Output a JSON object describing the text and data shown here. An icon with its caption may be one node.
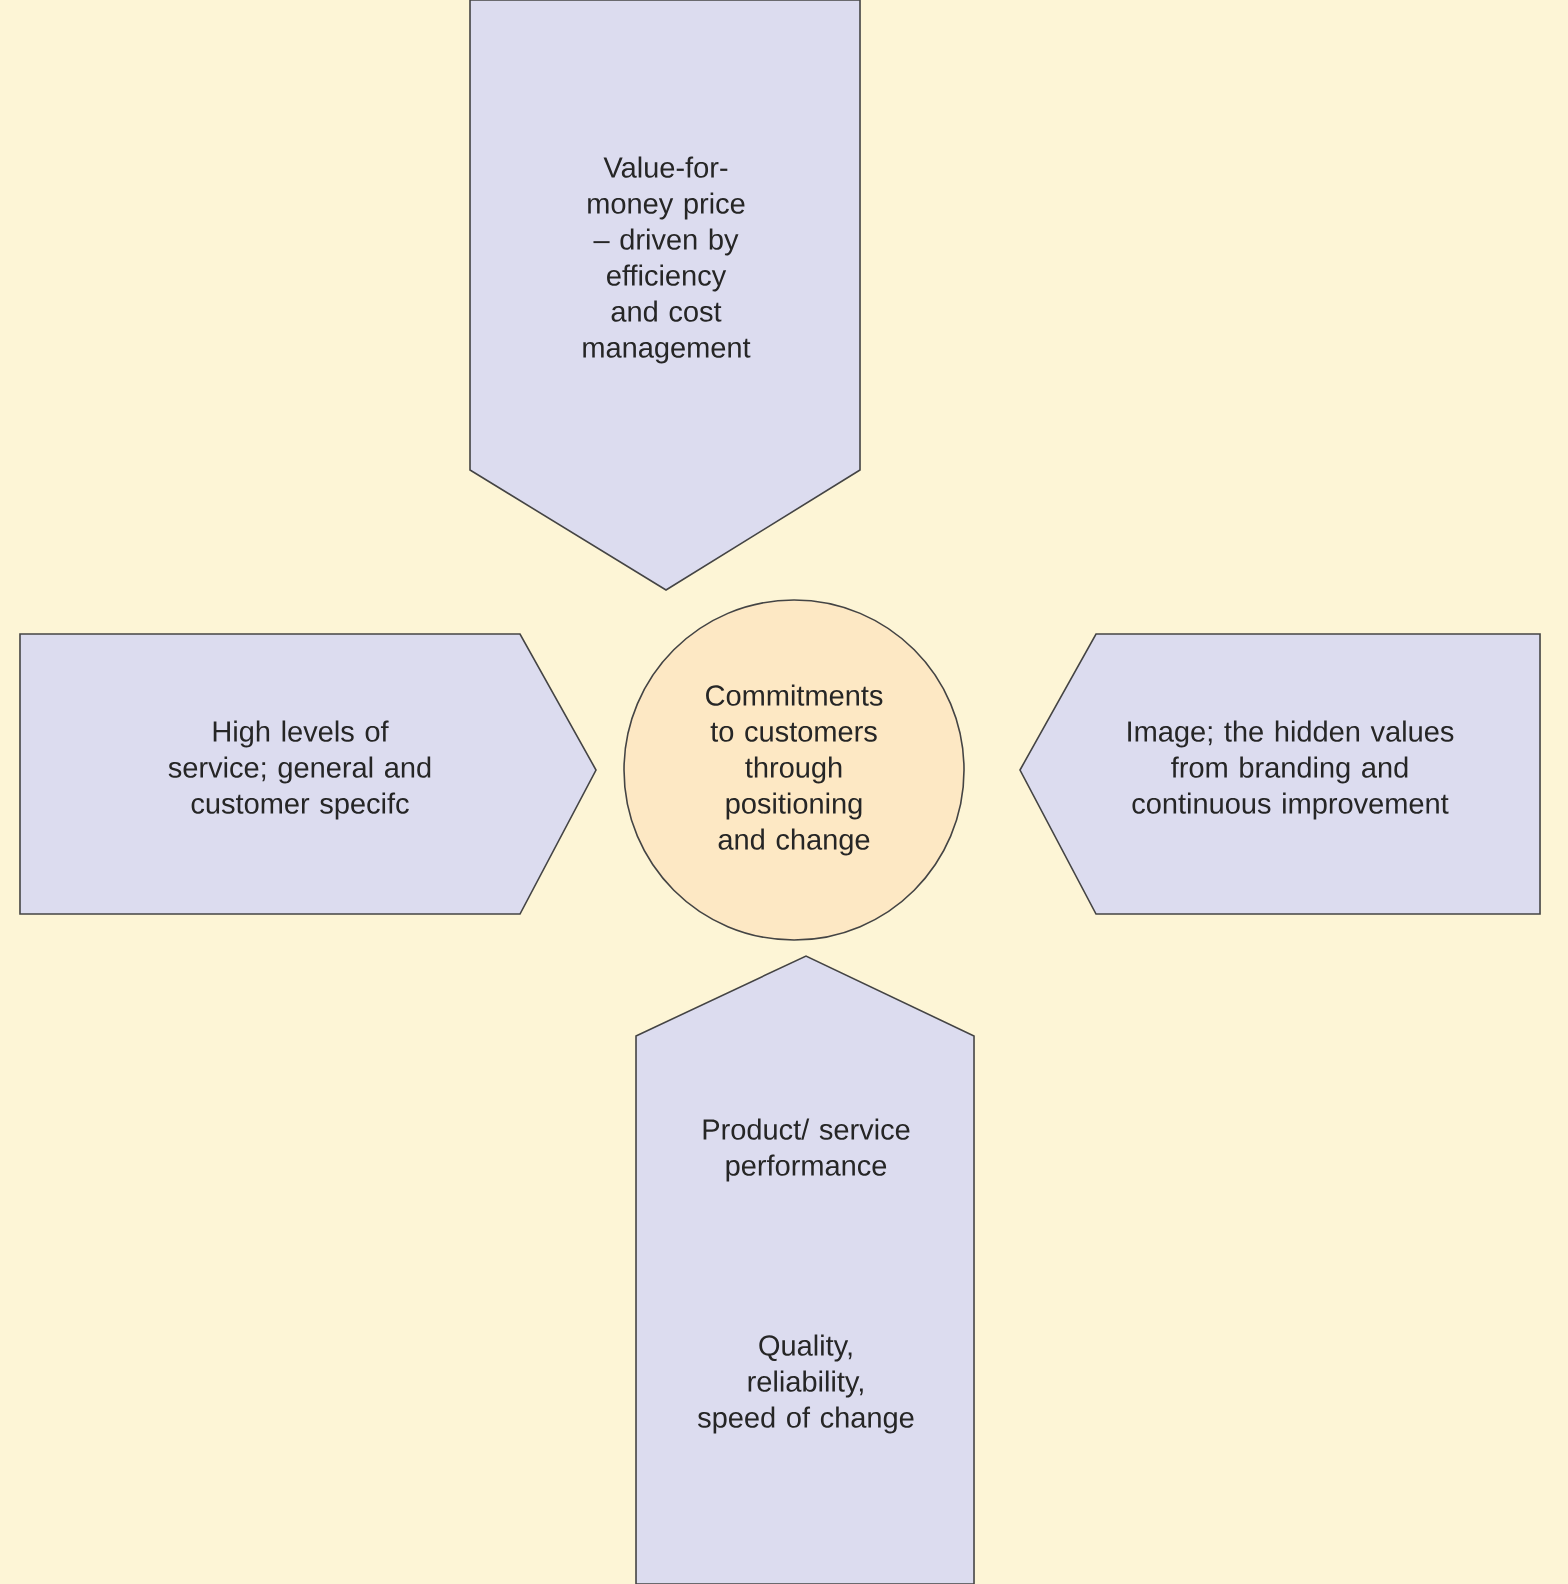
{
  "diagram": {
    "nodes": [
      {
        "text": [
          "Value-for-money price – driven by efficiency and cost management"
        ]
      },
      {
        "text": [
          "High levels of service; general and customer specifc"
        ]
      },
      {
        "text": [
          "Commitments to customers through positioning and change"
        ]
      },
      {
        "text": [
          "Image; the hidden values from branding and continuous improvement"
        ]
      },
      {
        "text": [
          "Product/ service performance",
          "Quality, reliability, speed of change"
        ]
      }
    ]
  }
}
